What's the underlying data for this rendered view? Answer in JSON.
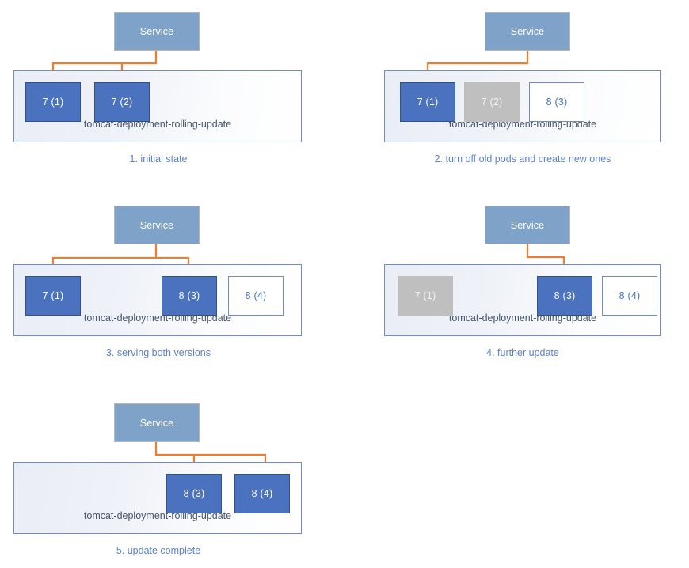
{
  "diagram": {
    "title": "Kubernetes rolling update sequence",
    "colors": {
      "service_fill": "#7FA2C8",
      "pod_active_fill": "#4A72BE",
      "pod_terminating_fill": "#BFBFBF",
      "pod_pending_fill": "#FFFFFF",
      "pod_border": "#2F528F",
      "deployment_border": "#6E8DC4",
      "connector": "#ED7D31",
      "caption_text": "#5B7FD0",
      "deployment_label_text": "#44546A"
    },
    "service_label": "Service",
    "deployment_name": "tomcat-deployment-rolling-update",
    "panels": [
      {
        "id": "panel-1",
        "caption": "1. initial state",
        "pods": [
          {
            "label": "7 (1)",
            "state": "active"
          },
          {
            "label": "7 (2)",
            "state": "active"
          }
        ],
        "arrow_targets": [
          "7 (1)",
          "7 (2)"
        ]
      },
      {
        "id": "panel-2",
        "caption": "2. turn off old pods and create new ones",
        "pods": [
          {
            "label": "7 (1)",
            "state": "active"
          },
          {
            "label": "7 (2)",
            "state": "terminating"
          },
          {
            "label": "8 (3)",
            "state": "pending"
          }
        ],
        "arrow_targets": [
          "7 (1)"
        ]
      },
      {
        "id": "panel-3",
        "caption": "3. serving both versions",
        "pods": [
          {
            "label": "7 (1)",
            "state": "active"
          },
          {
            "label": "8 (3)",
            "state": "active"
          },
          {
            "label": "8 (4)",
            "state": "pending"
          }
        ],
        "arrow_targets": [
          "7 (1)",
          "8 (3)"
        ]
      },
      {
        "id": "panel-4",
        "caption": "4. further update",
        "pods": [
          {
            "label": "7 (1)",
            "state": "terminating"
          },
          {
            "label": "8 (3)",
            "state": "active"
          },
          {
            "label": "8 (4)",
            "state": "pending"
          }
        ],
        "arrow_targets": [
          "8 (3)"
        ]
      },
      {
        "id": "panel-5",
        "caption": "5. update complete",
        "pods": [
          {
            "label": "8 (3)",
            "state": "active"
          },
          {
            "label": "8 (4)",
            "state": "active"
          }
        ],
        "arrow_targets": [
          "8 (3)",
          "8 (4)"
        ]
      }
    ]
  }
}
